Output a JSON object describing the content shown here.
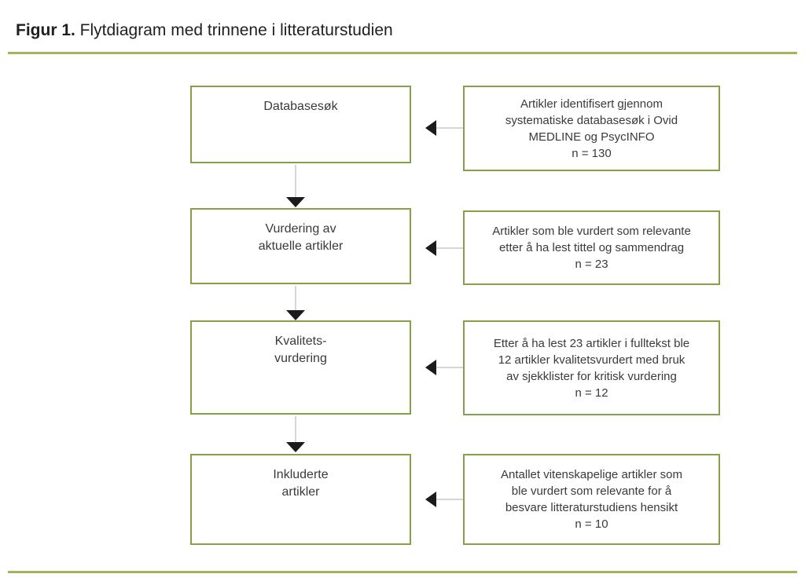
{
  "title": {
    "label": "Figur 1.",
    "text": " Flytdiagram med trinnene i litteraturstudien"
  },
  "colors": {
    "box_border": "#84a049",
    "rule": "#9cb75e",
    "connector_line": "#d6d6d6",
    "arrowhead": "#1b1b1b",
    "text": "#3a3a3a",
    "title_text": "#1f1f1f"
  },
  "flowchart": {
    "steps": [
      {
        "stage": "Databasesøk",
        "detail": "Artikler identifisert gjennom\nsystematiske databasesøk i Ovid\nMEDLINE og PsycINFO\nn = 130",
        "n": 130
      },
      {
        "stage": "Vurdering av\naktuelle artikler",
        "detail": "Artikler som ble vurdert som relevante\netter å ha lest tittel og sammendrag\nn = 23",
        "n": 23
      },
      {
        "stage": "Kvalitets-\nvurdering",
        "detail": "Etter å ha lest 23 artikler i fulltekst ble\n12 artikler kvalitetsvurdert med bruk\nav sjekklister for kritisk vurdering\nn = 12",
        "n": 12
      },
      {
        "stage": "Inkluderte\nartikler",
        "detail": "Antallet vitenskapelige artikler som\nble vurdert som relevante for å\nbesvare litteraturstudiens hensikt\nn = 10",
        "n": 10
      }
    ]
  }
}
